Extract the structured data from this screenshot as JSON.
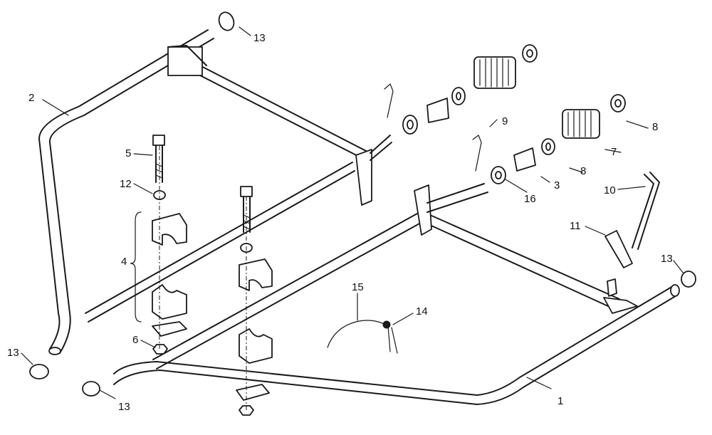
{
  "callouts": {
    "c1": "1",
    "c2": "2",
    "c3": "3",
    "c4": "4",
    "c5": "5",
    "c6": "6",
    "c7": "7",
    "c8a": "8",
    "c8b": "8",
    "c9": "9",
    "c10": "10",
    "c11": "11",
    "c12": "12",
    "c13a": "13",
    "c13b": "13",
    "c13c": "13",
    "c13d": "13",
    "c14": "14",
    "c15": "15",
    "c16": "16"
  }
}
